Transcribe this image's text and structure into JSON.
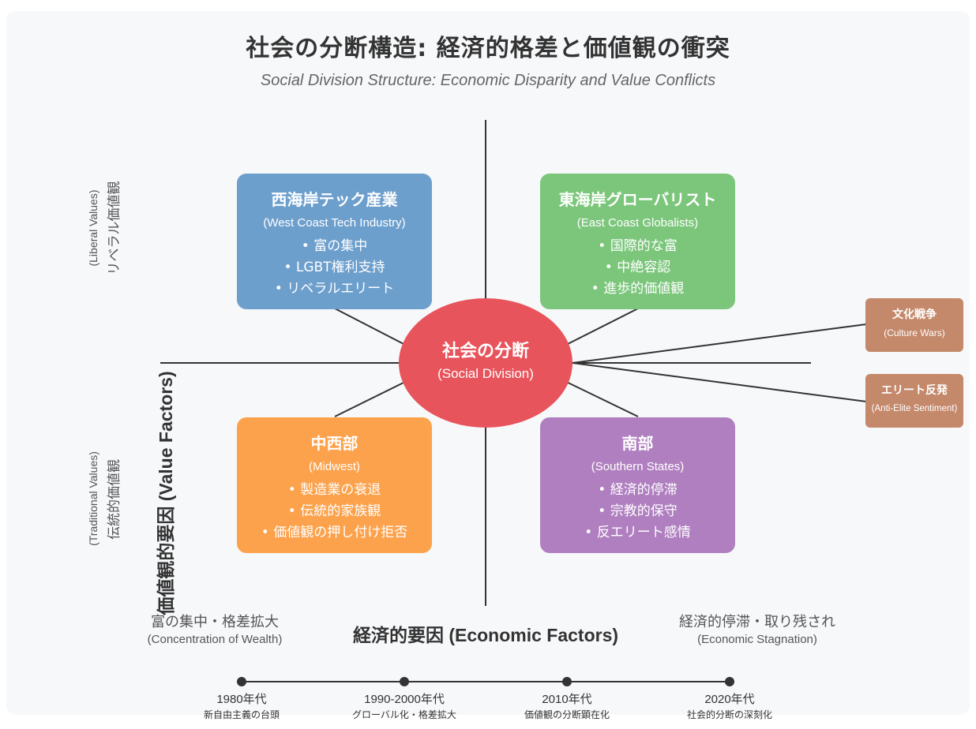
{
  "title": "社会の分断構造: 経済的格差と価値観の衝突",
  "subtitle": "Social Division Structure: Economic Disparity and Value Conflicts",
  "center": {
    "label": "社会の分断",
    "sublabel": "(Social Division)",
    "color": "#e8545c"
  },
  "quadrants": [
    {
      "title": "西海岸テック産業",
      "subtitle": "(West Coast Tech Industry)",
      "items": [
        "• 富の集中",
        "• LGBT権利支持",
        "• リベラルエリート"
      ],
      "color": "#6d9fcd"
    },
    {
      "title": "東海岸グローバリスト",
      "subtitle": "(East Coast Globalists)",
      "items": [
        "• 国際的な富",
        "• 中絶容認",
        "• 進歩的価値観"
      ],
      "color": "#7cc67c"
    },
    {
      "title": "中西部",
      "subtitle": "(Midwest)",
      "items": [
        "• 製造業の衰退",
        "• 伝統的家族観",
        "• 価値観の押し付け拒否"
      ],
      "color": "#fca24c"
    },
    {
      "title": "南部",
      "subtitle": "(Southern States)",
      "items": [
        "• 経済的停滞",
        "• 宗教的保守",
        "• 反エリート感情"
      ],
      "color": "#b07fc0"
    }
  ],
  "side_factors": [
    {
      "title": "文化戦争",
      "subtitle": "(Culture Wars)"
    },
    {
      "title": "エリート反発",
      "subtitle": "(Anti-Elite Sentiment)"
    }
  ],
  "side_color": "#c4886a",
  "y_axis": {
    "label": "価値観的要因 (Value Factors)",
    "top_en": "(Liberal Values)",
    "top_jp": "リベラル価値観",
    "bottom_en": "(Traditional Values)",
    "bottom_jp": "伝統的価値観"
  },
  "x_axis": {
    "label": "経済的要因 (Economic Factors)",
    "left_jp": "富の集中・格差拡大",
    "left_en": "(Concentration of Wealth)",
    "right_jp": "経済的停滞・取り残され",
    "right_en": "(Economic Stagnation)"
  },
  "timeline": [
    {
      "year": "1980年代",
      "desc": "新自由主義の台頭"
    },
    {
      "year": "1990-2000年代",
      "desc": "グローバル化・格差拡大"
    },
    {
      "year": "2010年代",
      "desc": "価値観の分断顕在化"
    },
    {
      "year": "2020年代",
      "desc": "社会的分断の深刻化"
    }
  ]
}
